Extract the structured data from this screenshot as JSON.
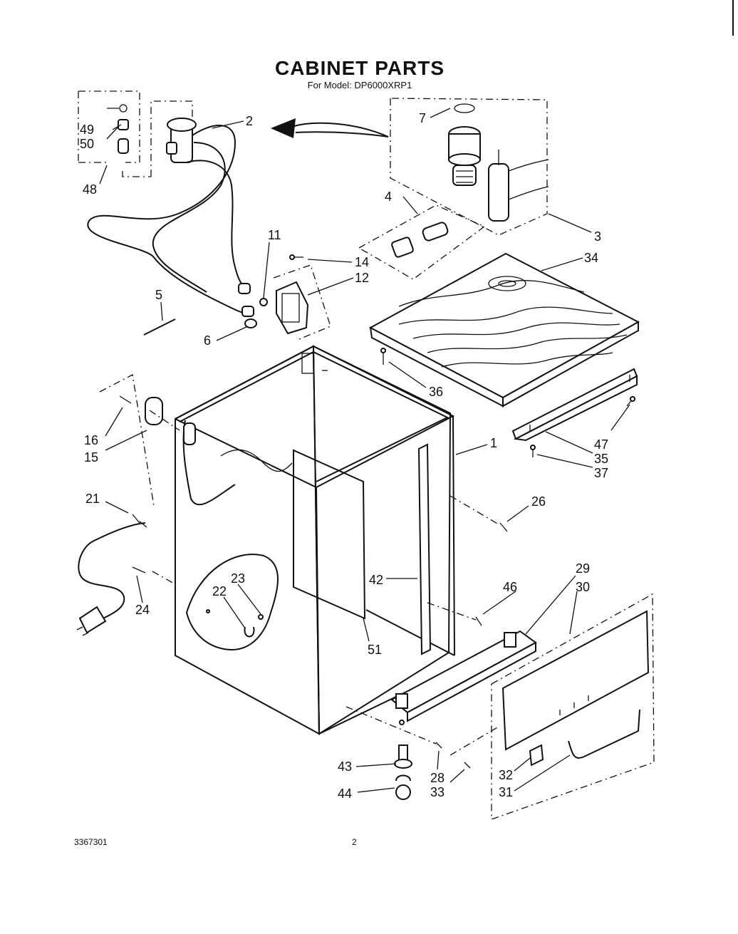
{
  "title": "CABINET PARTS",
  "subtitle": "For Model: DP6000XRP1",
  "footer": {
    "doc_number": "3367301",
    "page_number": "2"
  },
  "callouts": {
    "c1": "1",
    "c2": "2",
    "c3": "3",
    "c4": "4",
    "c5": "5",
    "c6": "6",
    "c7": "7",
    "c11": "11",
    "c12": "12",
    "c14": "14",
    "c15": "15",
    "c16": "16",
    "c21": "21",
    "c22": "22",
    "c23": "23",
    "c24": "24",
    "c26": "26",
    "c28": "28",
    "c29": "29",
    "c30": "30",
    "c31": "31",
    "c32": "32",
    "c33": "33",
    "c34": "34",
    "c35": "35",
    "c36": "36",
    "c37": "37",
    "c42": "42",
    "c43": "43",
    "c44": "44",
    "c46": "46",
    "c47": "47",
    "c48": "48",
    "c49": "49",
    "c50": "50",
    "c51": "51"
  }
}
